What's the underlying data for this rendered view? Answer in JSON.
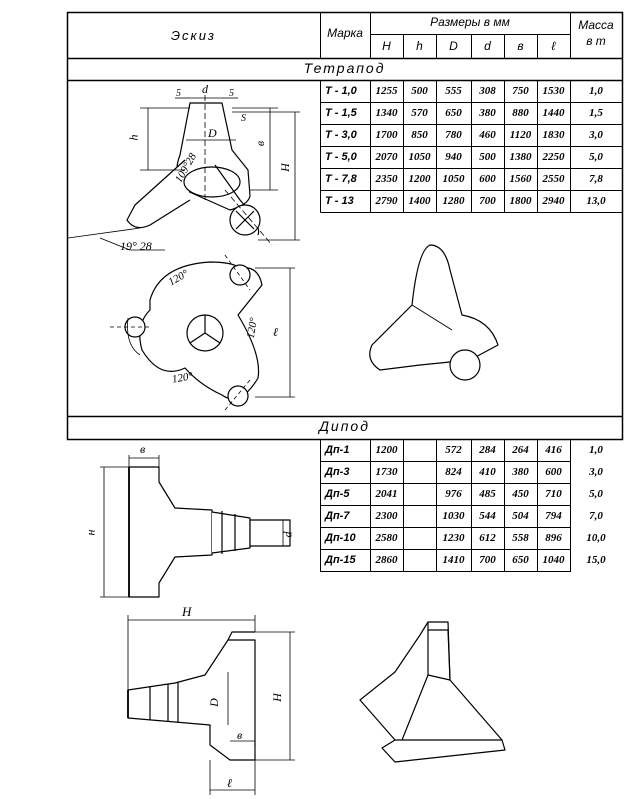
{
  "header": {
    "sketch": "Эскиз",
    "mark": "Марка",
    "dimensions": "Размеры в мм",
    "mass_line1": "Масса",
    "mass_line2": "в т",
    "cols": [
      "H",
      "h",
      "D",
      "d",
      "в",
      "ℓ"
    ]
  },
  "sections": {
    "tetrapod": "Тетрапод",
    "dipod": "Дипод"
  },
  "tetrapod_rows": [
    {
      "mark": "Т - 1,0",
      "H": "1255",
      "h": "500",
      "D": "555",
      "d": "308",
      "b": "750",
      "l": "1530",
      "mass": "1,0"
    },
    {
      "mark": "Т - 1,5",
      "H": "1340",
      "h": "570",
      "D": "650",
      "d": "380",
      "b": "880",
      "l": "1440",
      "mass": "1,5"
    },
    {
      "mark": "Т - 3,0",
      "H": "1700",
      "h": "850",
      "D": "780",
      "d": "460",
      "b": "1120",
      "l": "1830",
      "mass": "3,0"
    },
    {
      "mark": "Т - 5,0",
      "H": "2070",
      "h": "1050",
      "D": "940",
      "d": "500",
      "b": "1380",
      "l": "2250",
      "mass": "5,0"
    },
    {
      "mark": "Т - 7,8",
      "H": "2350",
      "h": "1200",
      "D": "1050",
      "d": "600",
      "b": "1560",
      "l": "2550",
      "mass": "7,8"
    },
    {
      "mark": "Т - 13",
      "H": "2790",
      "h": "1400",
      "D": "1280",
      "d": "700",
      "b": "1800",
      "l": "2940",
      "mass": "13,0"
    }
  ],
  "dipod_rows": [
    {
      "mark": "Дп-1",
      "H": "1200",
      "h": "",
      "D": "572",
      "d": "284",
      "b": "264",
      "l": "416",
      "mass": "1,0"
    },
    {
      "mark": "Дп-3",
      "H": "1730",
      "h": "",
      "D": "824",
      "d": "410",
      "b": "380",
      "l": "600",
      "mass": "3,0"
    },
    {
      "mark": "Дп-5",
      "H": "2041",
      "h": "",
      "D": "976",
      "d": "485",
      "b": "450",
      "l": "710",
      "mass": "5,0"
    },
    {
      "mark": "Дп-7",
      "H": "2300",
      "h": "",
      "D": "1030",
      "d": "544",
      "b": "504",
      "l": "794",
      "mass": "7,0"
    },
    {
      "mark": "Дп-10",
      "H": "2580",
      "h": "",
      "D": "1230",
      "d": "612",
      "b": "558",
      "l": "896",
      "mass": "10,0"
    },
    {
      "mark": "Дп-15",
      "H": "2860",
      "h": "",
      "D": "1410",
      "d": "700",
      "b": "650",
      "l": "1040",
      "mass": "15,0"
    }
  ],
  "drawing_labels": {
    "five_left": "5",
    "five_right": "5",
    "d": "d",
    "D": "D",
    "h": "h",
    "H": "H",
    "b": "в",
    "s": "S",
    "angle_small": "109°28",
    "angle_base": "19° 28",
    "angle_120_a": "120°",
    "angle_120_b": "120°",
    "angle_120_c": "120°",
    "l": "ℓ",
    "dp_b": "в",
    "dp_h": "н",
    "dp_d": "d",
    "dp_H": "H",
    "dp_D": "D",
    "dp_H2": "H",
    "dp_b2": "в",
    "dp_l": "ℓ"
  }
}
